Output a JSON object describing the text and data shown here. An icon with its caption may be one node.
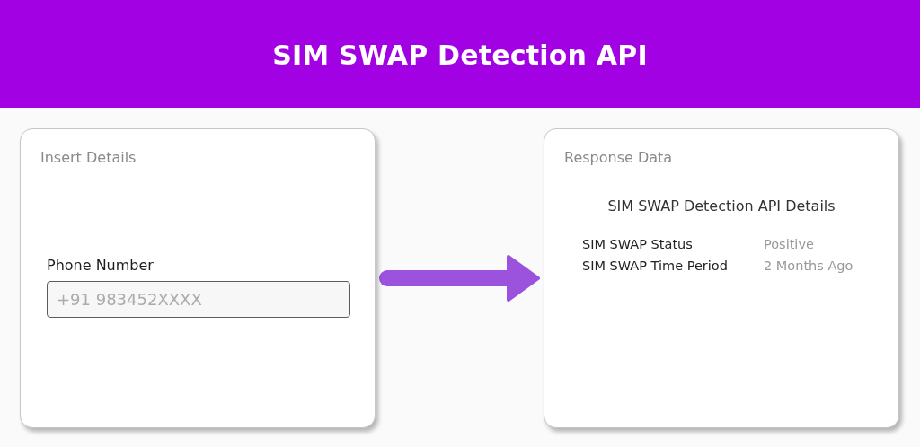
{
  "diagram": {
    "title": "SIM SWAP Detection API",
    "nodes": [
      {
        "text": [
          "Insert Details"
        ]
      },
      {
        "text": [
          "Phone Number",
          "+91 983452XXXX"
        ],
        "in": 0
      },
      {
        "text": [
          "Response Data",
          "SIM SWAP Detection API Details",
          "SIM SWAP Status",
          "Positive",
          "SIM SWAP Time Period",
          "2 Months Ago"
        ]
      }
    ],
    "edges": [
      {
        "from": 0,
        "to": 2,
        "arrow": "to"
      }
    ]
  }
}
